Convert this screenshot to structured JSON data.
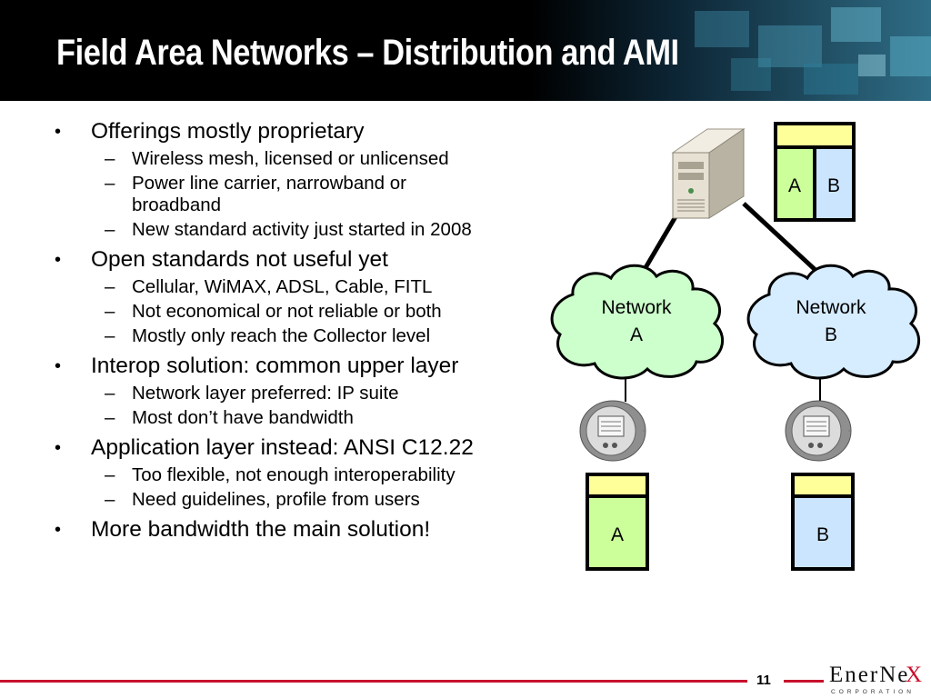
{
  "slide": {
    "title": "Field Area Networks – Distribution and AMI",
    "page_number": "11"
  },
  "bullets": [
    {
      "text": "Offerings mostly proprietary",
      "sub": [
        "Wireless mesh, licensed or unlicensed",
        "Power line carrier, narrowband or broadband",
        "New standard activity just started in 2008"
      ]
    },
    {
      "text": "Open standards not useful yet",
      "sub": [
        "Cellular, WiMAX, ADSL, Cable, FITL",
        "Not economical or not reliable or both",
        "Mostly only reach the Collector level"
      ]
    },
    {
      "text": "Interop solution: common upper layer",
      "sub": [
        "Network layer preferred:  IP suite",
        "Most don’t have bandwidth"
      ]
    },
    {
      "text": "Application layer instead:  ANSI C12.22",
      "sub": [
        "Too flexible, not enough interoperability",
        "Need guidelines, profile from users"
      ]
    },
    {
      "text": "More bandwidth the main solution!",
      "sub": []
    }
  ],
  "markers": {
    "bullet": "•",
    "dash": "–"
  },
  "diagram": {
    "server_stack": {
      "left": "A",
      "right": "B"
    },
    "cloud_a": {
      "line1": "Network",
      "line2": "A"
    },
    "cloud_b": {
      "line1": "Network",
      "line2": "B"
    },
    "meter_stack_a": {
      "label": "A"
    },
    "meter_stack_b": {
      "label": "B"
    }
  },
  "logo": {
    "name": "EnerNe",
    "mark": "X",
    "sub": "CORPORATION"
  },
  "colors": {
    "accent_red": "#c8102e",
    "green_box": "#ccff99",
    "blue_box": "#cce5ff",
    "yellow_box": "#ffff99",
    "cloud_green": "#ccffcc",
    "cloud_blue": "#d6ecff"
  }
}
